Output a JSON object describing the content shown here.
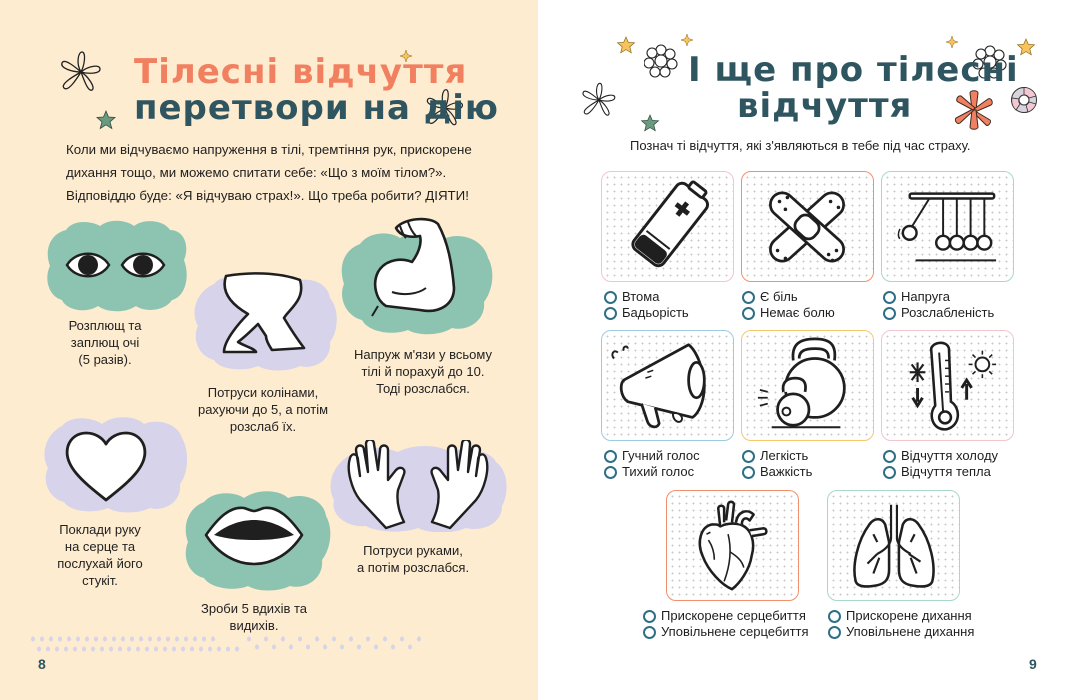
{
  "left_page": {
    "title_line1": "Тілесні відчуття",
    "title_line2": "перетвори на дію",
    "intro_lines": [
      "Коли ми відчуваємо напруження в тілі, тремтіння рук, прискорене",
      "дихання тощо, ми можемо спитати себе: «Що з моїм тілом?».",
      "Відповіддю буде: «Я відчуваю страх!». Що треба робити? ДІЯТИ!"
    ],
    "activities": [
      {
        "icon": "eyes-icon",
        "lines": [
          "Розплющ та",
          "заплющ очі",
          "(5 разів)."
        ]
      },
      {
        "icon": "knees-icon",
        "lines": [
          "Потруси колінами,",
          "рахуючи до 5, а потім",
          "розслаб їх."
        ]
      },
      {
        "icon": "flexed-arm-icon",
        "lines": [
          "Напруж м'язи у всьому",
          "тілі й порахуй до 10.",
          "Тоді розслабся."
        ]
      },
      {
        "icon": "heart-icon",
        "lines": [
          "Поклади руку",
          "на серце та",
          "послухай його",
          "стукіт."
        ]
      },
      {
        "icon": "mouth-icon",
        "lines": [
          "Зроби 5 вдихів та",
          "видихів."
        ]
      },
      {
        "icon": "hands-icon",
        "lines": [
          "Потруси руками,",
          "а потім розслабся."
        ]
      }
    ],
    "page_number": "8"
  },
  "right_page": {
    "title_line1": "І ще про тілесні",
    "title_line2": "відчуття",
    "subtitle": "Познач ті відчуття, які з'являються в тебе під час страху.",
    "cards": [
      {
        "icon": "battery-icon",
        "border": "#f0c6cf",
        "options": [
          "Втома",
          "Бадьорість"
        ]
      },
      {
        "icon": "bandage-icon",
        "border": "#f0906f",
        "options": [
          "Є біль",
          "Немає болю"
        ]
      },
      {
        "icon": "newtons-cradle-icon",
        "border": "#a8d8c8",
        "options": [
          "Напруга",
          "Розслабленість"
        ]
      },
      {
        "icon": "megaphone-icon",
        "border": "#9ccbe0",
        "options": [
          "Гучний голос",
          "Тихий голос"
        ]
      },
      {
        "icon": "kettlebell-icon",
        "border": "#f5c86a",
        "options": [
          "Легкість",
          "Важкість"
        ]
      },
      {
        "icon": "thermometer-icon",
        "border": "#f0c6cf",
        "options": [
          "Відчуття холоду",
          "Відчуття тепла"
        ]
      },
      {
        "icon": "heart-anatomy-icon",
        "border": "#f0906f",
        "options": [
          "Прискорене серцебиття",
          "Уповільнене серцебиття"
        ]
      },
      {
        "icon": "lungs-icon",
        "border": "#a8d8c8",
        "options": [
          "Прискорене дихання",
          "Уповільнене дихання"
        ]
      }
    ],
    "page_number": "9"
  },
  "colors": {
    "left_bg": "#feecd0",
    "title_orange": "#f0805f",
    "title_teal": "#2f5660",
    "blob_green": "#8cc4b1",
    "blob_lilac": "#d6d3ea",
    "radio_blue": "#2f6f86",
    "star_yellow": "#f9c35c",
    "star_green": "#6c9a80"
  }
}
